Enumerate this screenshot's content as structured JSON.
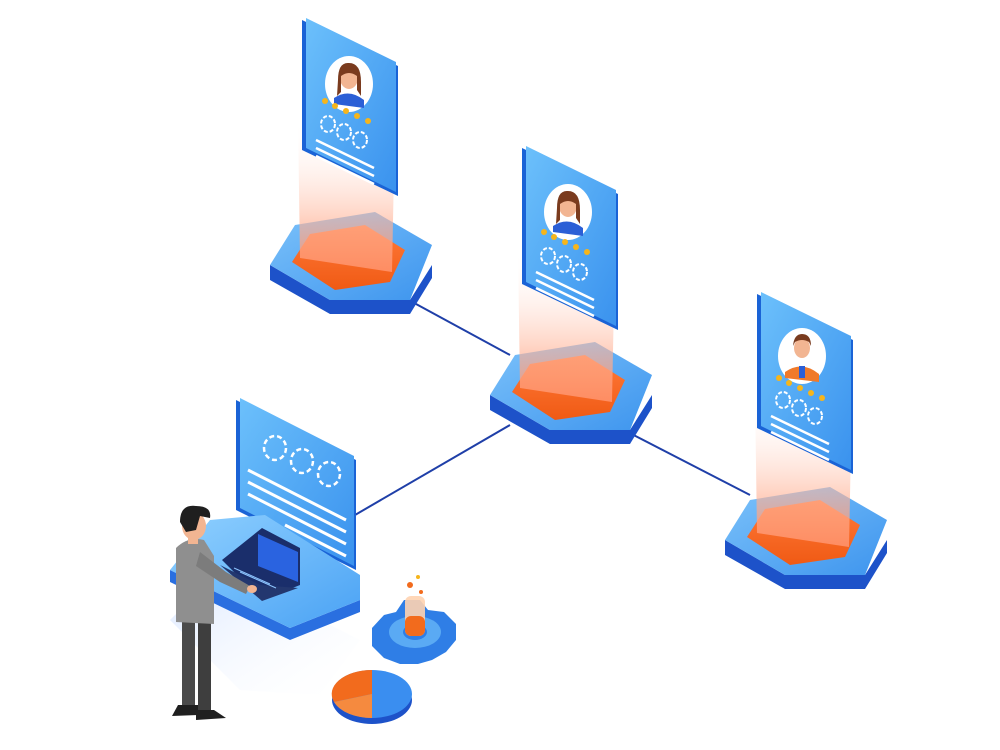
{
  "scene": {
    "description_free": true,
    "colors": {
      "background": "#ffffff",
      "card_blue": "#56aef6",
      "card_blue_dark": "#2f86e6",
      "card_edge": "#1a63d6",
      "platform_top": "#5aaaf4",
      "platform_side": "#1d52c9",
      "hex_orange": "#f4621f",
      "hex_orange_light": "#ff8c4a",
      "glow_orange": "#ff9a74",
      "connector_line": "#1f3fa8",
      "card_line_white": "#ffffff",
      "star_gold": "#f6b51b",
      "person_shirt": "#8f8f8f",
      "person_pants": "#4a4a4a",
      "person_hair": "#1f1f1f",
      "skin": "#f2b592",
      "laptop": "#1a2e6b",
      "gear_blue": "#2f7ee6",
      "pie_orange": "#f26b1d",
      "pie_blue": "#1d6ae0"
    },
    "profile_cards": [
      {
        "id": "card-1",
        "avatar": "woman-avatar-icon",
        "stars": 5
      },
      {
        "id": "card-2",
        "avatar": "woman-avatar-icon",
        "stars": 5
      },
      {
        "id": "card-3",
        "avatar": "man-avatar-icon",
        "stars": 5
      }
    ],
    "icons": [
      "woman-avatar-icon",
      "man-avatar-icon",
      "star-icon",
      "gear-icon",
      "pie-chart-icon",
      "laptop-icon",
      "flask-icon"
    ]
  }
}
